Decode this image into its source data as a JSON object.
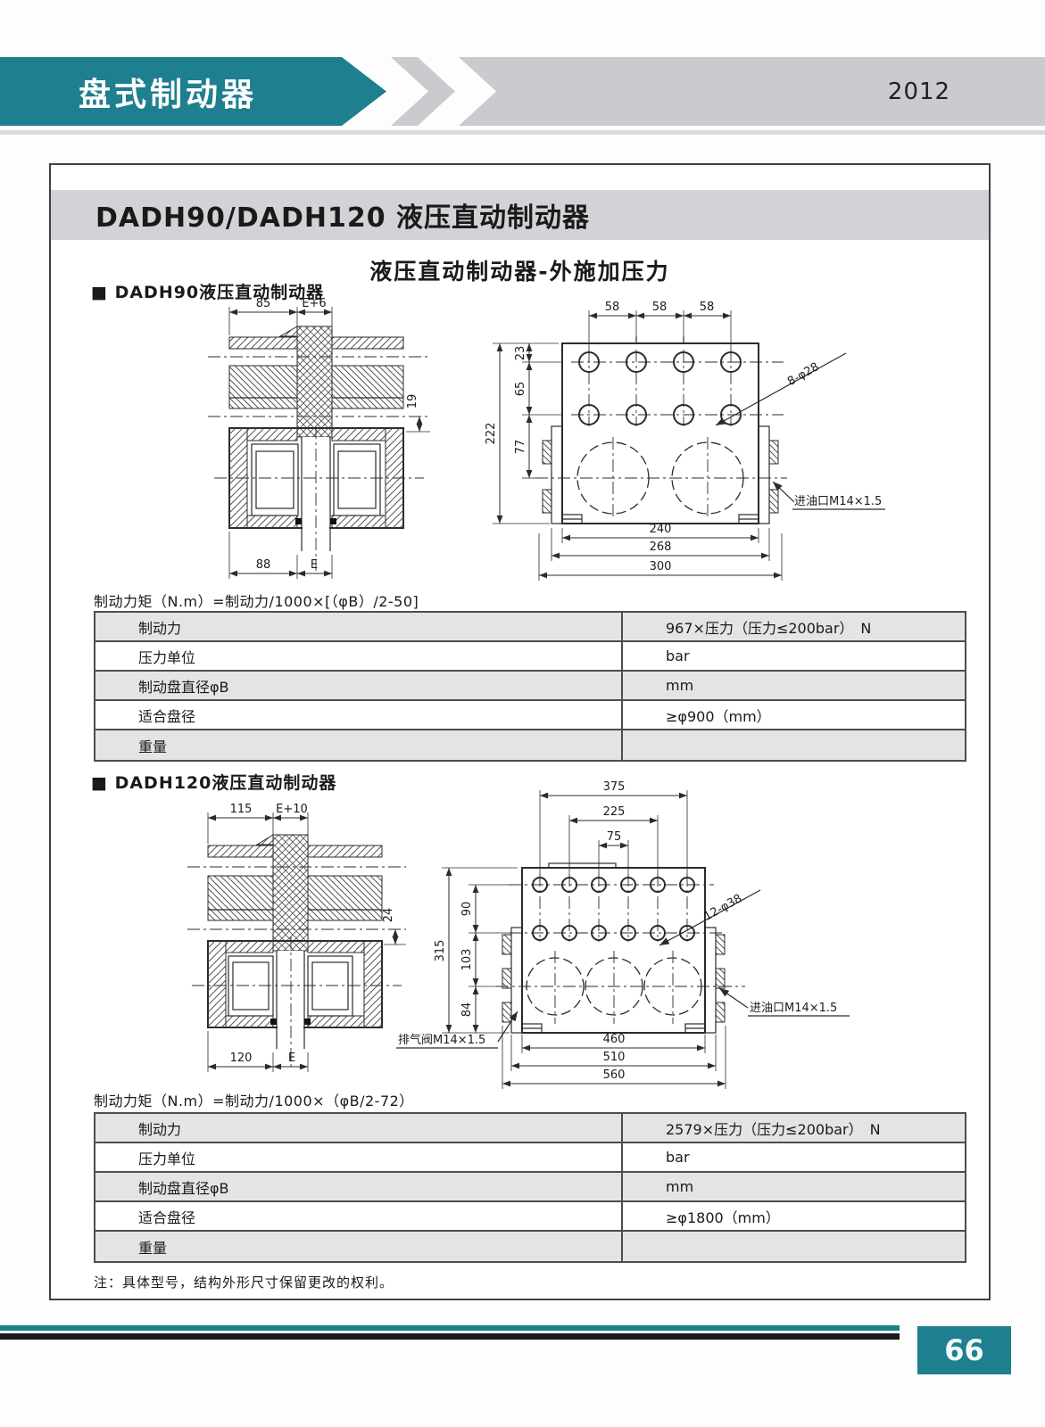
{
  "header": {
    "banner_title": "盘式制动器",
    "year": "2012"
  },
  "doc": {
    "title": "DADH90/DADH120 液压直动制动器",
    "subtitle": "液压直动制动器-外施加压力",
    "note": "注：具体型号，结构外形尺寸保留更改的权利。",
    "page_number": "66"
  },
  "colors": {
    "accent_teal": "#1e7f8e",
    "band_gray": "#c9cbce",
    "row_gray": "#e3e4e6"
  },
  "dadh90": {
    "heading": "■ DADH90液压直动制动器",
    "formula": "制动力矩（N.m）=制动力/1000×[（φB）/2-50]",
    "table": {
      "rows": [
        {
          "label": "制动力",
          "value": "967×压力（压力≤200bar）　N"
        },
        {
          "label": "压力单位",
          "value": "bar"
        },
        {
          "label": "制动盘直径φB",
          "value": "mm"
        },
        {
          "label": "适合盘径",
          "value": "≥φ900（mm）"
        },
        {
          "label": "重量",
          "value": ""
        }
      ]
    },
    "section_view": {
      "dim_top_left": "85",
      "dim_top_right": "E+6",
      "dim_right": "19",
      "dim_bottom_left": "88",
      "dim_bottom_right": "E"
    },
    "front_view": {
      "dim_pitch": "58",
      "dim_v1": "23",
      "dim_v2": "65",
      "dim_v3": "77",
      "dim_height": "222",
      "dim_b1": "240",
      "dim_b2": "268",
      "dim_b3": "300",
      "holes_label": "8-φ28",
      "oil_port_label": "进油口M14×1.5"
    }
  },
  "dadh120": {
    "heading": "■ DADH120液压直动制动器",
    "formula": "制动力矩（N.m）=制动力/1000×（φB/2-72）",
    "table": {
      "rows": [
        {
          "label": "制动力",
          "value": "2579×压力（压力≤200bar）　N"
        },
        {
          "label": "压力单位",
          "value": "bar"
        },
        {
          "label": "制动盘直径φB",
          "value": "mm"
        },
        {
          "label": "适合盘径",
          "value": "≥φ1800（mm）"
        },
        {
          "label": "重量",
          "value": ""
        }
      ]
    },
    "section_view": {
      "dim_top_left": "115",
      "dim_top_right": "E+10",
      "dim_right": "24",
      "dim_bottom_left": "120",
      "dim_bottom_right": "E"
    },
    "front_view": {
      "dim_t1": "375",
      "dim_t2": "225",
      "dim_t3": "75",
      "dim_v1": "90",
      "dim_v2": "103",
      "dim_v3": "84",
      "dim_height": "315",
      "dim_b1": "460",
      "dim_b2": "510",
      "dim_b3": "560",
      "holes_label": "12-φ38",
      "oil_port_label": "进油口M14×1.5",
      "bleed_valve_label": "排气阀M14×1.5"
    }
  }
}
